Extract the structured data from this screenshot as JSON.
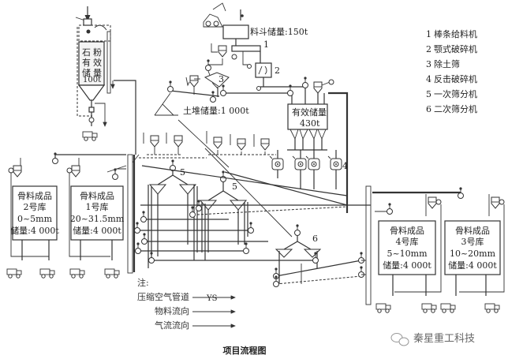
{
  "title": "项目流程图",
  "watermark": "秦星重工科技",
  "equipment_legend": [
    {
      "num": "1",
      "name": "棒条给料机"
    },
    {
      "num": "2",
      "name": "颚式破碎机"
    },
    {
      "num": "3",
      "name": "除土筛"
    },
    {
      "num": "4",
      "name": "反击破碎机"
    },
    {
      "num": "5",
      "name": "一次筛分机"
    },
    {
      "num": "6",
      "name": "二次筛分机"
    }
  ],
  "hopper": {
    "label": "料斗储量:150t"
  },
  "soil_pile": {
    "label": "土堆储量:1 000t"
  },
  "surge_bin": {
    "line1": "有效储量",
    "line2": "430t"
  },
  "powder_silo": {
    "line1": "石粉",
    "line2": "有效",
    "line3": "储量",
    "line4": "100t",
    "col1": "石有储",
    "col2": "粉效量"
  },
  "warehouses": [
    {
      "id": "2",
      "line1": "骨料成品",
      "line2": "2号库",
      "line3": "0~5mm",
      "line4": "储量:4 000t"
    },
    {
      "id": "1",
      "line1": "骨料成品",
      "line2": "1号库",
      "line3": "20~31.5mm",
      "line4": "储量:4 000t"
    },
    {
      "id": "4",
      "line1": "骨料成品",
      "line2": "4号库",
      "line3": "5~10mm",
      "line4": "储量:4 000t"
    },
    {
      "id": "3",
      "line1": "骨料成品",
      "line2": "3号库",
      "line3": "10~20mm",
      "line4": "储量:4 000t"
    }
  ],
  "machine_labels": {
    "m1": "1",
    "m2": "2",
    "m3": "3",
    "m4": "4",
    "m5a": "5",
    "m5b": "5",
    "m6": "6"
  },
  "notes": {
    "heading": "注:",
    "items": [
      {
        "label": "压缩空气管道",
        "code": "YS"
      },
      {
        "label": "物料流向",
        "code": ""
      },
      {
        "label": "气流流向",
        "code": ""
      }
    ]
  }
}
